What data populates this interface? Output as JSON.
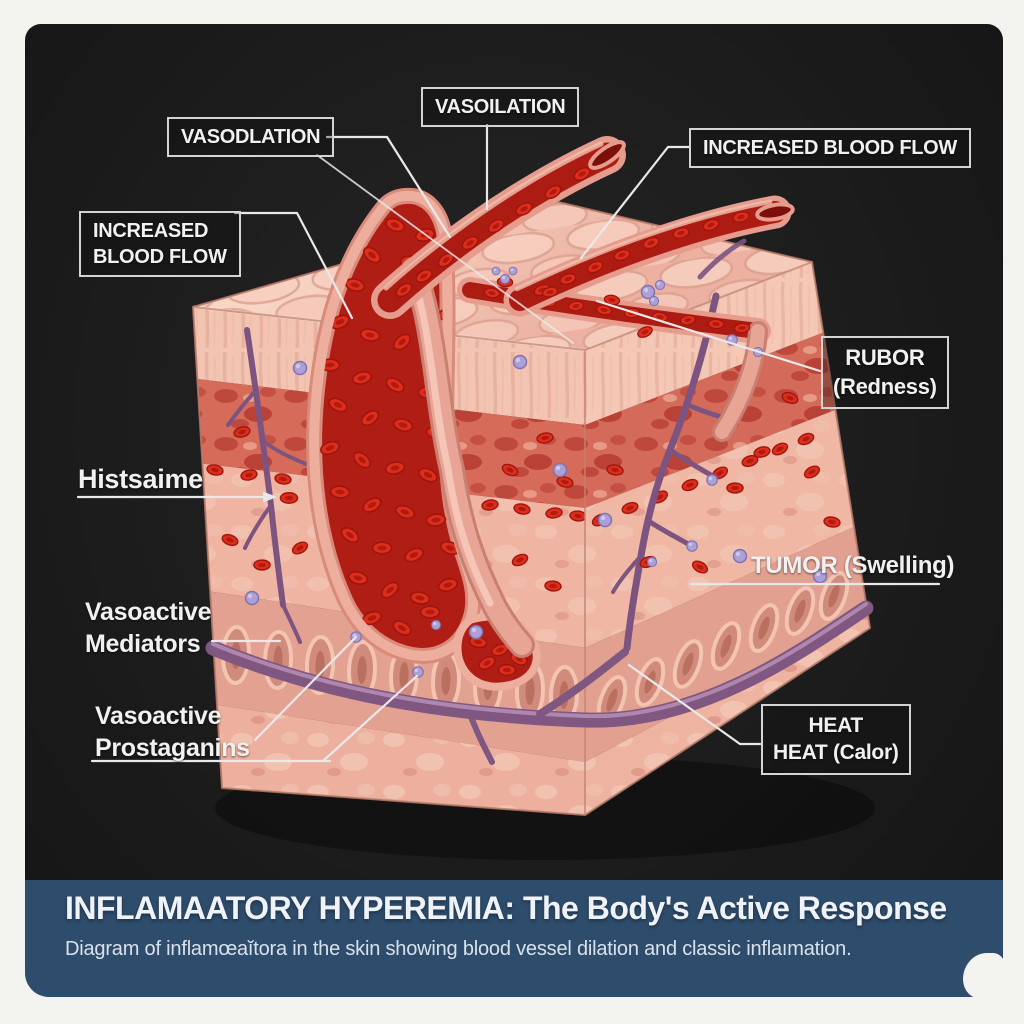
{
  "labels": {
    "vasodlation": "VASODLATION",
    "vasoilation": "VASOILATION",
    "increased_blood_flow_top": "INCREASED BLOOD FLOW",
    "increased_blood_flow_left": {
      "line1": "INCREASED",
      "line2": "BLOOD FLOW"
    },
    "histamine": "Histsaime",
    "mediators": {
      "line1": "Vasoactive",
      "line2": "Mediators"
    },
    "prostaglandins": {
      "line1": "Vasoactive",
      "line2": "Prostaganins"
    },
    "rubor": {
      "line1": "RUBOR",
      "line2": "(Redness)"
    },
    "tumor": "TUMOR (Swelling)",
    "heat": {
      "line1": "HEAT",
      "line2": "HEAT (Calor)"
    }
  },
  "banner": {
    "title": "INFLAMAATORY HYPEREMIA: The Body's Active Response",
    "subtitle": "Diagram of inflamœaĭtora in the skin showing blood vessel dilation and classic  inflaımation.",
    "bg": "#2e4c6b"
  },
  "colors": {
    "card_bg": "#1c1c1c",
    "label_border": "#d4d4d4",
    "label_text": "#f1f1f1",
    "leader_line": "#e9e9e9",
    "vessel_red": "#b01d15",
    "rbc_red": "#dd2d1d",
    "tissue_pink": "#efb4a2",
    "dermis_red": "#d66b59",
    "vein_purple": "#7f5781",
    "banner_title": "#eff3f7",
    "banner_subtitle": "#d9e2ec"
  }
}
